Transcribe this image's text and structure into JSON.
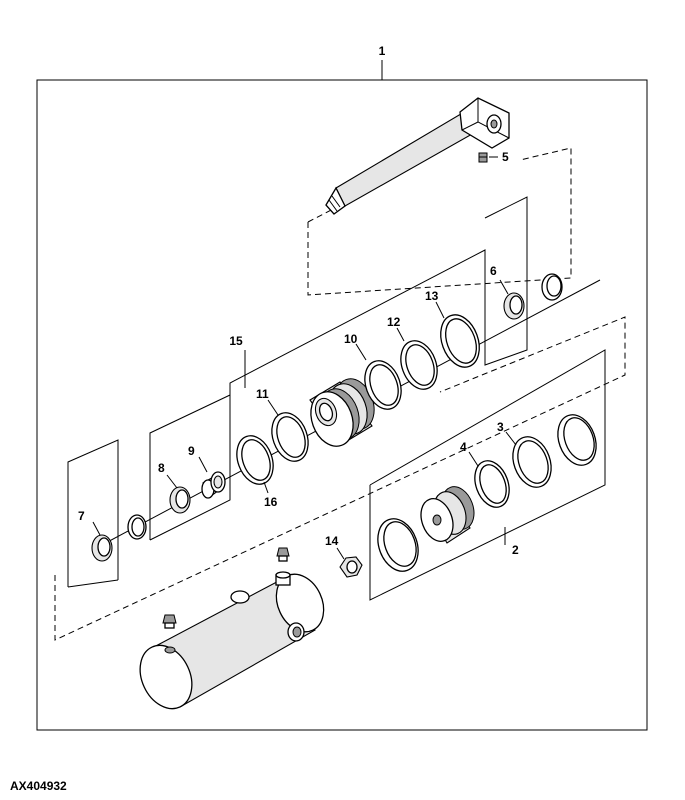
{
  "assembly_callout": "1",
  "figure_id": "AX404932",
  "callouts": {
    "c2": "2",
    "c3": "3",
    "c4": "4",
    "c5": "5",
    "c6": "6",
    "c7": "7",
    "c8": "8",
    "c9": "9",
    "c10": "10",
    "c11": "11",
    "c12": "12",
    "c13": "13",
    "c14": "14",
    "c15": "15",
    "c16": "16"
  }
}
